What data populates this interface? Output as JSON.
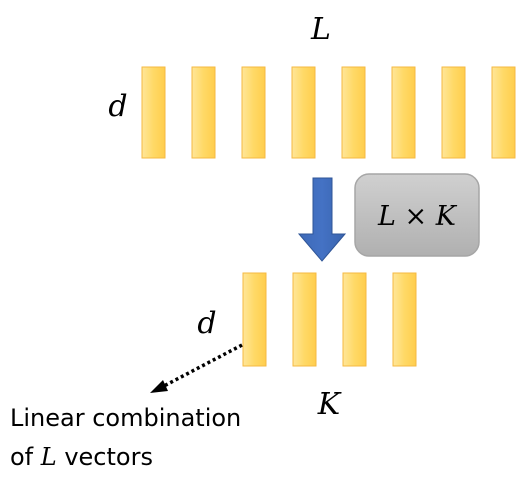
{
  "top_row": {
    "length_label": "L",
    "dim_label": "d",
    "bar_count": 8
  },
  "bottom_row": {
    "length_label": "K",
    "dim_label": "d",
    "bar_count": 4
  },
  "transform": {
    "label": "L × K"
  },
  "caption": {
    "line1": "Linear combination",
    "line2_prefix": "of ",
    "line2_var": "L",
    "line2_suffix": " vectors"
  },
  "colors": {
    "bar_fill": "#FFD966",
    "bar_stroke": "#F4B942",
    "arrow": "#4472C4",
    "box_fill": "#BFBFBF",
    "box_stroke": "#A6A6A6"
  }
}
